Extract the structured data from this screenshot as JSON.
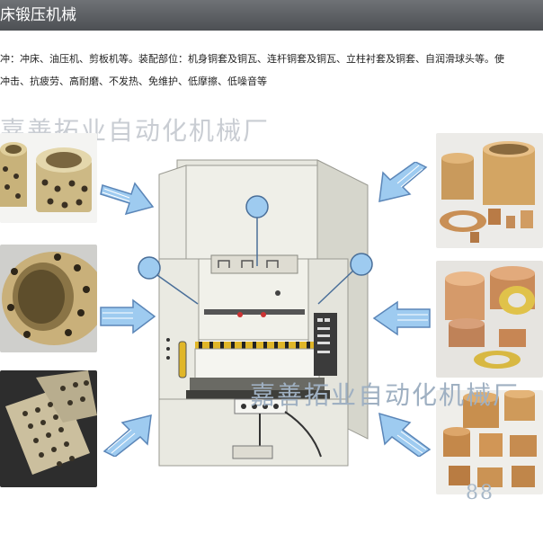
{
  "header": {
    "title": "床锻压机械"
  },
  "description": {
    "line1": "冲：冲床、油压机、剪板机等。装配部位：机身铜套及铜瓦、连杆铜套及铜瓦、立柱衬套及铜套、自润滑球头等。使",
    "line2": "冲击、抗疲劳、高耐磨、不发热、免维护、低摩擦、低噪音等"
  },
  "watermarks": {
    "top": "嘉善拓业自动化机械厂",
    "middle": "嘉善拓业自动化机械厂",
    "bottom": "88"
  },
  "colors": {
    "header_bg": "#5f6266",
    "arrow_fill": "#9ecbf0",
    "arrow_stroke": "#5b86b8",
    "callout_fill": "#9ecbf0",
    "press_body": "#e9e9e2"
  },
  "icons": {
    "arrows": [
      "arrow-right-icon",
      "arrow-left-icon"
    ],
    "callouts": "callout-circle-icon"
  }
}
